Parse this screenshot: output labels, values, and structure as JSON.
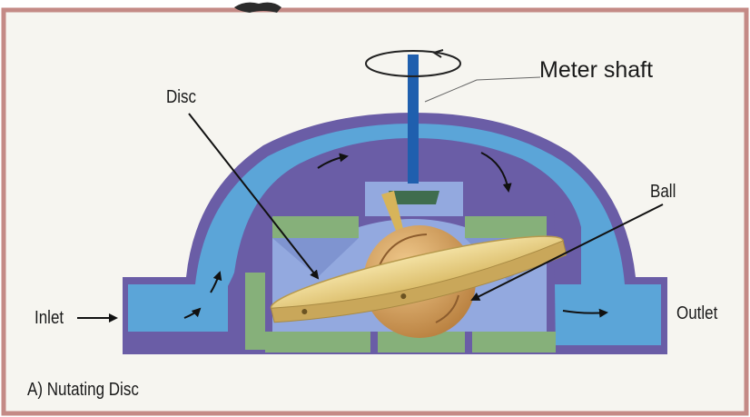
{
  "labels": {
    "meter_shaft": "Meter shaft",
    "disc": "Disc",
    "ball": "Ball",
    "inlet": "Inlet",
    "outlet": "Outlet",
    "caption": "A) Nutating Disc"
  },
  "colors": {
    "frame_border": "#c48a86",
    "panel_background": "#f6f5f0",
    "housing": "#6a5da6",
    "fluid_channel": "#5ba5d8",
    "chamber": "#93a9df",
    "base_fill": "#86b07a",
    "shaft": "#1f5fae",
    "disc": "#e8cf84",
    "ball": "#d2a062"
  },
  "icons": [
    "rotation-arrow-icon",
    "flow-arrow-icon"
  ]
}
